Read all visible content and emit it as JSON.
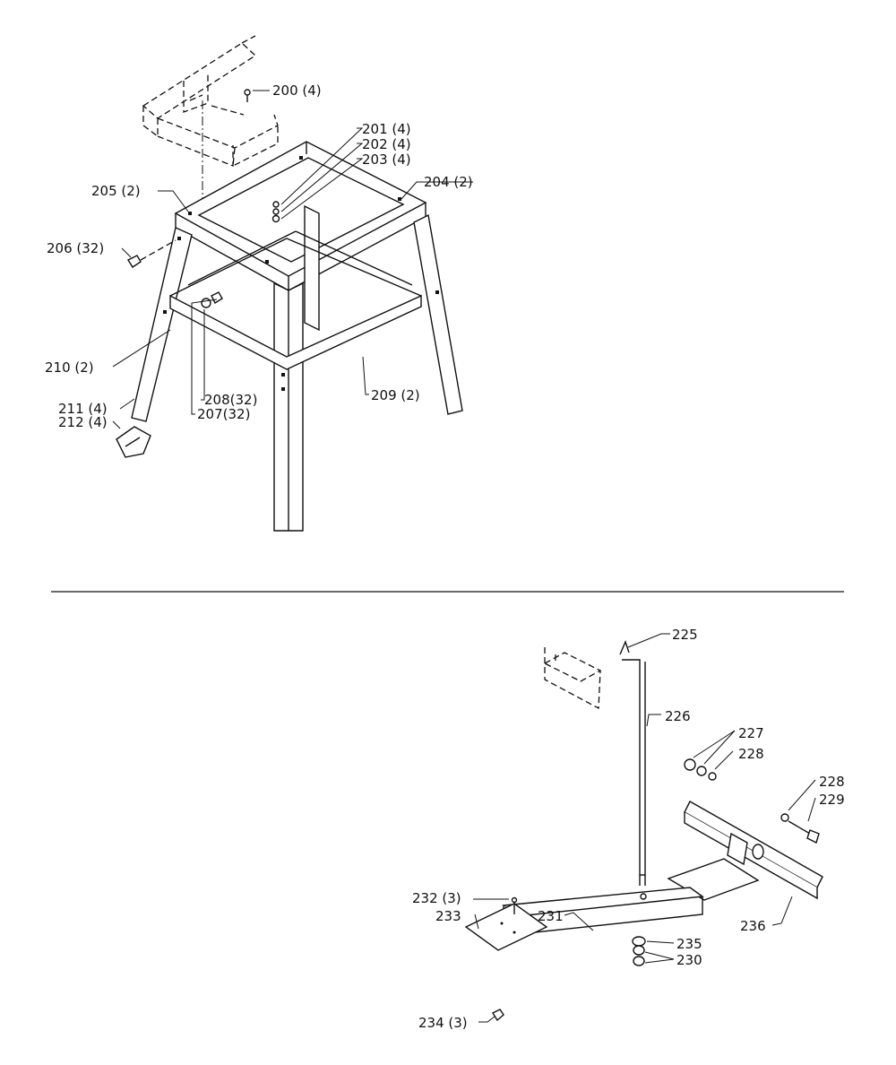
{
  "stand_callouts": [
    {
      "id": "p200",
      "text": "200 (4)"
    },
    {
      "id": "p201",
      "text": "201 (4)"
    },
    {
      "id": "p202",
      "text": "202 (4)"
    },
    {
      "id": "p203",
      "text": "203 (4)"
    },
    {
      "id": "p204",
      "text": "204 (2)"
    },
    {
      "id": "p205",
      "text": "205 (2)"
    },
    {
      "id": "p206",
      "text": "206 (32)"
    },
    {
      "id": "p210",
      "text": "210 (2)"
    },
    {
      "id": "p211",
      "text": "211 (4)"
    },
    {
      "id": "p212",
      "text": "212 (4)"
    },
    {
      "id": "p208",
      "text": "208(32)"
    },
    {
      "id": "p207",
      "text": "207(32)"
    },
    {
      "id": "p209",
      "text": "209 (2)"
    }
  ],
  "lift_callouts": [
    {
      "id": "p225",
      "text": "225"
    },
    {
      "id": "p226",
      "text": "226"
    },
    {
      "id": "p227",
      "text": "227"
    },
    {
      "id": "p228a",
      "text": "228"
    },
    {
      "id": "p228b",
      "text": "228"
    },
    {
      "id": "p229",
      "text": "229"
    },
    {
      "id": "p232",
      "text": "232 (3)"
    },
    {
      "id": "p233",
      "text": "233"
    },
    {
      "id": "p231",
      "text": "231"
    },
    {
      "id": "p235",
      "text": "235"
    },
    {
      "id": "p230",
      "text": "230"
    },
    {
      "id": "p236",
      "text": "236"
    },
    {
      "id": "p234",
      "text": "234 (3)"
    }
  ]
}
